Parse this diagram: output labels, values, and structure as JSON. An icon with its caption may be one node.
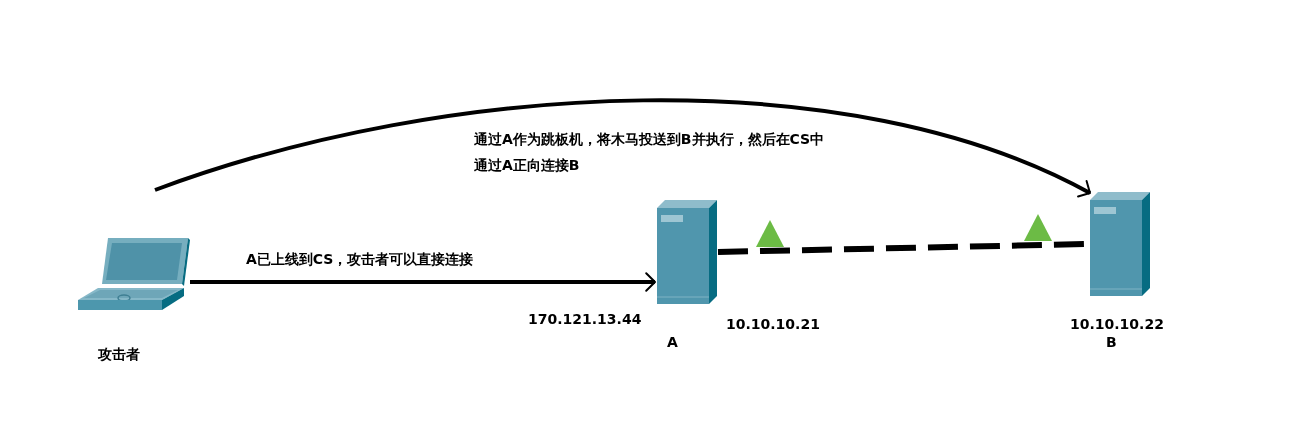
{
  "diagram": {
    "nodes": [
      {
        "text": [
          "攻击者"
        ]
      },
      {
        "text": [
          "A"
        ],
        "beside": [
          "170.121.13.44",
          "10.10.10.21"
        ]
      },
      {
        "text": [
          "B"
        ],
        "beside": [
          "10.10.10.22"
        ]
      }
    ],
    "edges": [
      {
        "from": 0,
        "to": 1,
        "arrow": "to",
        "label": "A已上线到CS，攻击者可以直接连接"
      },
      {
        "from": 0,
        "to": 2,
        "arrow": "to",
        "label": "通过A作为跳板机，将木马投送到B并执行，然后在CS中通过A正向连接B"
      },
      {
        "from": 1,
        "to": 2,
        "arrow": "none",
        "style": "dashed"
      }
    ]
  }
}
